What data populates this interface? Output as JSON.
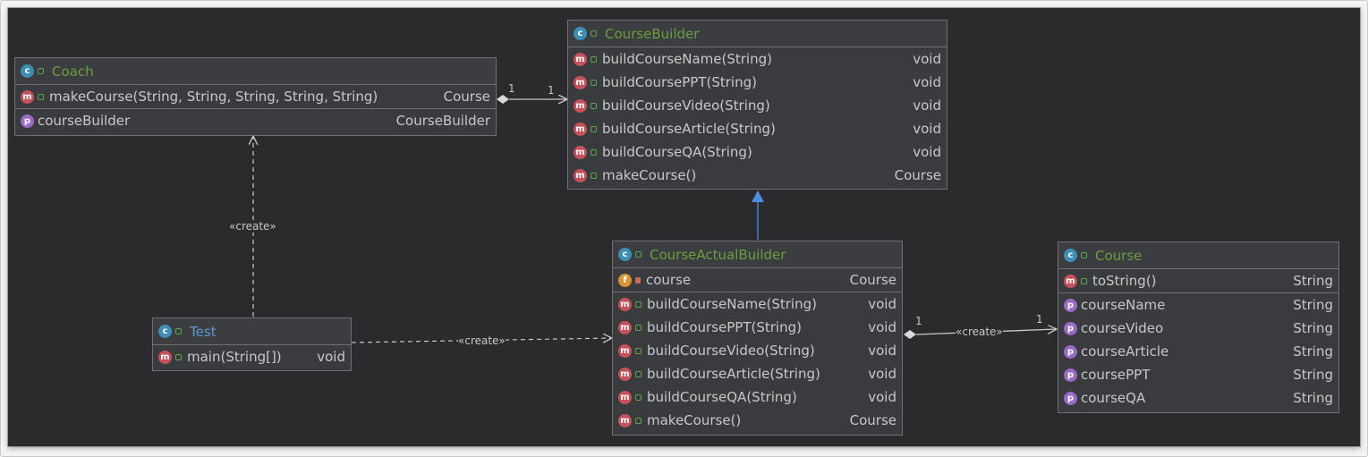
{
  "classes": {
    "coach": {
      "name": "Coach",
      "methods": [
        {
          "label": "makeCourse(String, String, String, String, String)",
          "type": "Course"
        }
      ],
      "fields": [
        {
          "label": "courseBuilder",
          "type": "CourseBuilder"
        }
      ]
    },
    "course_builder": {
      "name": "CourseBuilder",
      "methods": [
        {
          "label": "buildCourseName(String)",
          "type": "void"
        },
        {
          "label": "buildCoursePPT(String)",
          "type": "void"
        },
        {
          "label": "buildCourseVideo(String)",
          "type": "void"
        },
        {
          "label": "buildCourseArticle(String)",
          "type": "void"
        },
        {
          "label": "buildCourseQA(String)",
          "type": "void"
        },
        {
          "label": "makeCourse()",
          "type": "Course"
        }
      ]
    },
    "course_actual_builder": {
      "name": "CourseActualBuilder",
      "fields": [
        {
          "label": "course",
          "type": "Course"
        }
      ],
      "methods": [
        {
          "label": "buildCourseName(String)",
          "type": "void"
        },
        {
          "label": "buildCoursePPT(String)",
          "type": "void"
        },
        {
          "label": "buildCourseVideo(String)",
          "type": "void"
        },
        {
          "label": "buildCourseArticle(String)",
          "type": "void"
        },
        {
          "label": "buildCourseQA(String)",
          "type": "void"
        },
        {
          "label": "makeCourse()",
          "type": "Course"
        }
      ]
    },
    "course": {
      "name": "Course",
      "methods": [
        {
          "label": "toString()",
          "type": "String"
        }
      ],
      "fields": [
        {
          "label": "courseName",
          "type": "String"
        },
        {
          "label": "courseVideo",
          "type": "String"
        },
        {
          "label": "courseArticle",
          "type": "String"
        },
        {
          "label": "coursePPT",
          "type": "String"
        },
        {
          "label": "courseQA",
          "type": "String"
        }
      ]
    },
    "test": {
      "name": "Test",
      "methods": [
        {
          "label": "main(String[])",
          "type": "void"
        }
      ]
    }
  },
  "relations": {
    "coach_to_builder": {
      "source_multiplicity": "1",
      "target_multiplicity": "1"
    },
    "test_to_coach": {
      "label": "«create»"
    },
    "test_to_actual_builder": {
      "label": "«create»"
    },
    "actual_builder_to_course": {
      "source_multiplicity": "1",
      "target_multiplicity": "1",
      "label": "«create»"
    }
  },
  "colors": {
    "background": "#2b2b2d",
    "box": "#3a3b3e",
    "border": "#6f7073",
    "text": "#c8c8c8",
    "class_name": "#6a9e3e",
    "main_class_name": "#5a9bd5",
    "inheritance_arrow": "#4a8fe0",
    "edge": "#c8c8c8"
  },
  "icons": {
    "class": "class-icon",
    "method": "method-icon",
    "property": "property-icon",
    "field": "field-icon"
  }
}
